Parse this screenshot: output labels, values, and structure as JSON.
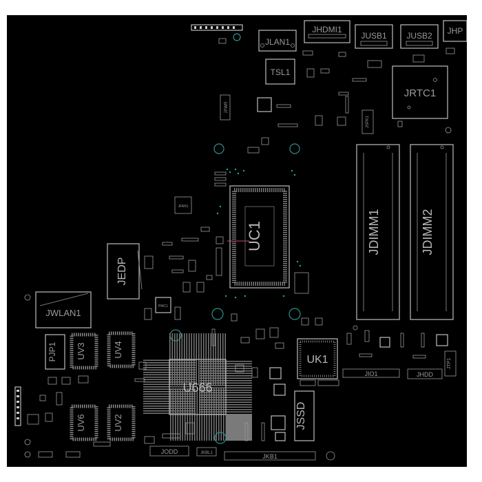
{
  "board": {
    "components": {
      "jhdmi1": "JHDMI1",
      "jlan1": "JLAN1",
      "jusb1": "JUSB1",
      "jusb2": "JUSB2",
      "jhp": "JHP",
      "tsl1": "TSL1",
      "jrtc1": "JRTC1",
      "jpwr": "JPWR",
      "jspk1": "JSPK1",
      "jfan1": "JFAN1",
      "uc1": "UC1",
      "jdimm1": "JDIMM1",
      "jdimm2": "JDIMM2",
      "jedp": "JEDP",
      "jwlan1": "JWLAN1",
      "pjp1": "PJP1",
      "uv3": "UV3",
      "uv4": "UV4",
      "uv6": "UV6",
      "uv2": "UV2",
      "u666": "U666",
      "uk1": "UK1",
      "jio1": "JIO1",
      "jhdd": "JHDD",
      "jtp1": "JTP1",
      "jssd": "JSSD",
      "jodd": "JODD",
      "jkbl1": "JKBL1",
      "jkb1": "JKB1",
      "pmc1": "PMC1"
    }
  }
}
